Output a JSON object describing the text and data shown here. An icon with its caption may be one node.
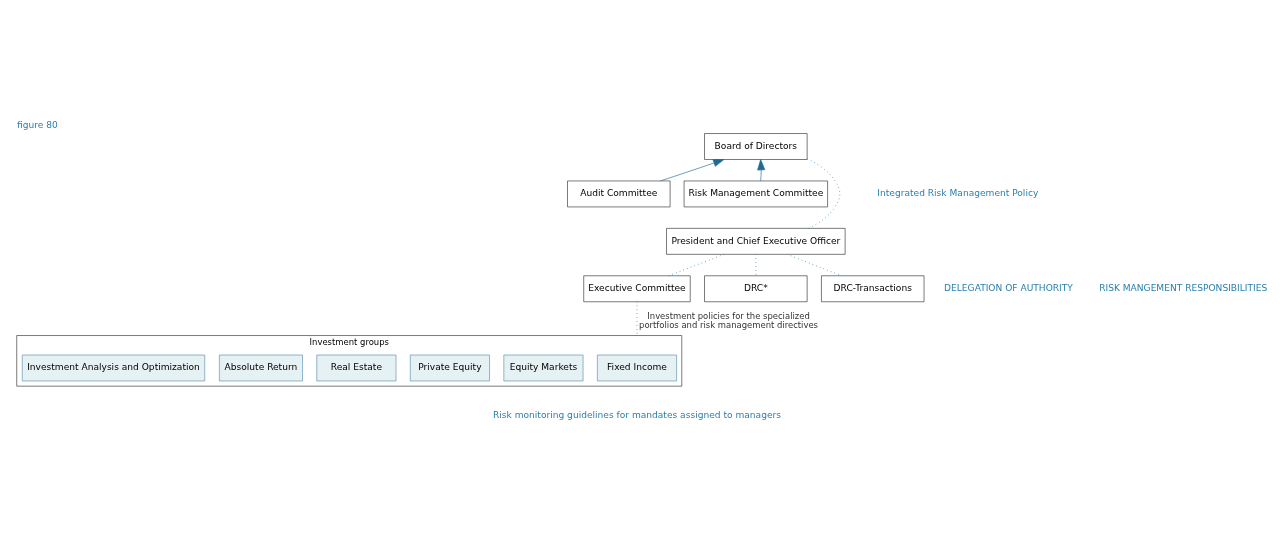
{
  "diagram": {
    "title": "figure 80",
    "nodes": [
      {
        "text": [
          "Board of Directors"
        ]
      },
      {
        "text": [
          "Audit Committee"
        ]
      },
      {
        "text": [
          "Risk Management Committee"
        ]
      },
      {
        "text": [
          "President and Chief Executive Officer"
        ]
      },
      {
        "text": [
          "Executive Committee"
        ]
      },
      {
        "text": [
          "DRC*"
        ]
      },
      {
        "text": [
          "DRC-Transactions"
        ]
      },
      {
        "text": [
          "Investment groups"
        ]
      },
      {
        "text": [
          "Fixed Income"
        ],
        "in": 7
      },
      {
        "text": [
          "Equity Markets"
        ],
        "in": 7
      },
      {
        "text": [
          "Private Equity"
        ],
        "in": 7
      },
      {
        "text": [
          "Real Estate"
        ],
        "in": 7
      },
      {
        "text": [
          "Absolute Return"
        ],
        "in": 7
      },
      {
        "text": [
          "Investment Analysis and Optimization"
        ],
        "in": 7
      }
    ],
    "edges": [
      {
        "from": 1,
        "to": 0,
        "arrow": "to"
      },
      {
        "from": 2,
        "to": 0,
        "arrow": "to"
      },
      {
        "from": 0,
        "to": 3,
        "arrow": "none",
        "style": "dashed"
      },
      {
        "from": 3,
        "to": 4,
        "arrow": "none",
        "style": "dashed"
      },
      {
        "from": 3,
        "to": 5,
        "arrow": "none",
        "style": "dashed"
      },
      {
        "from": 3,
        "to": 6,
        "arrow": "none",
        "style": "dashed"
      },
      {
        "from": 4,
        "to": 7,
        "arrow": "none",
        "style": "dashed",
        "label": "Investment policies for the specialized portfolios and risk management directives"
      }
    ],
    "labels": [
      "Integrated Risk Management Policy",
      "DELEGATION OF AUTHORITY",
      "RISK MANGEMENT RESPONSIBILITIES",
      "Risk monitoring guidelines for mandates assigned to managers"
    ]
  }
}
